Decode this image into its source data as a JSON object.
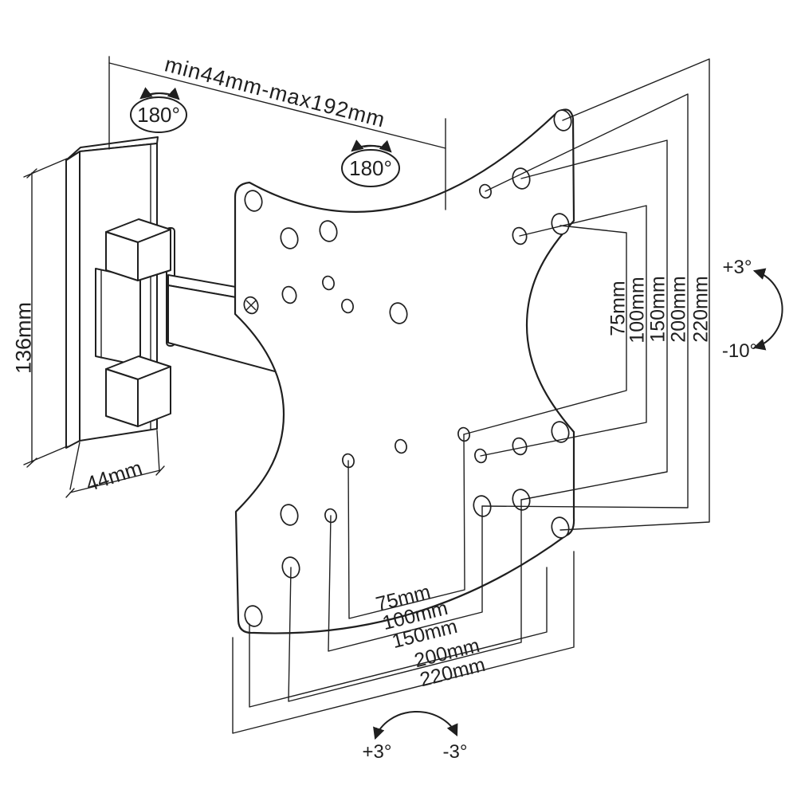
{
  "diagram": {
    "type": "technical-line-drawing",
    "subject": "Articulating TV wall mount with VESA adapter plate",
    "background_color": "#ffffff",
    "line_color": "#1f1f1f",
    "labels": {
      "extension_range": "min44mm-max192mm",
      "swivel_arm": "180°",
      "swivel_plate": "180°",
      "wall_plate_height": "136mm",
      "wall_plate_width": "44mm",
      "tilt_up": "+3°",
      "tilt_down": "-10°",
      "rotation_left": "+3°",
      "rotation_right": "-3°",
      "vesa_vertical": [
        "75mm",
        "100mm",
        "150mm",
        "200mm",
        "220mm"
      ],
      "vesa_horizontal": [
        "75mm",
        "100mm",
        "150mm",
        "200mm",
        "220mm"
      ]
    }
  }
}
